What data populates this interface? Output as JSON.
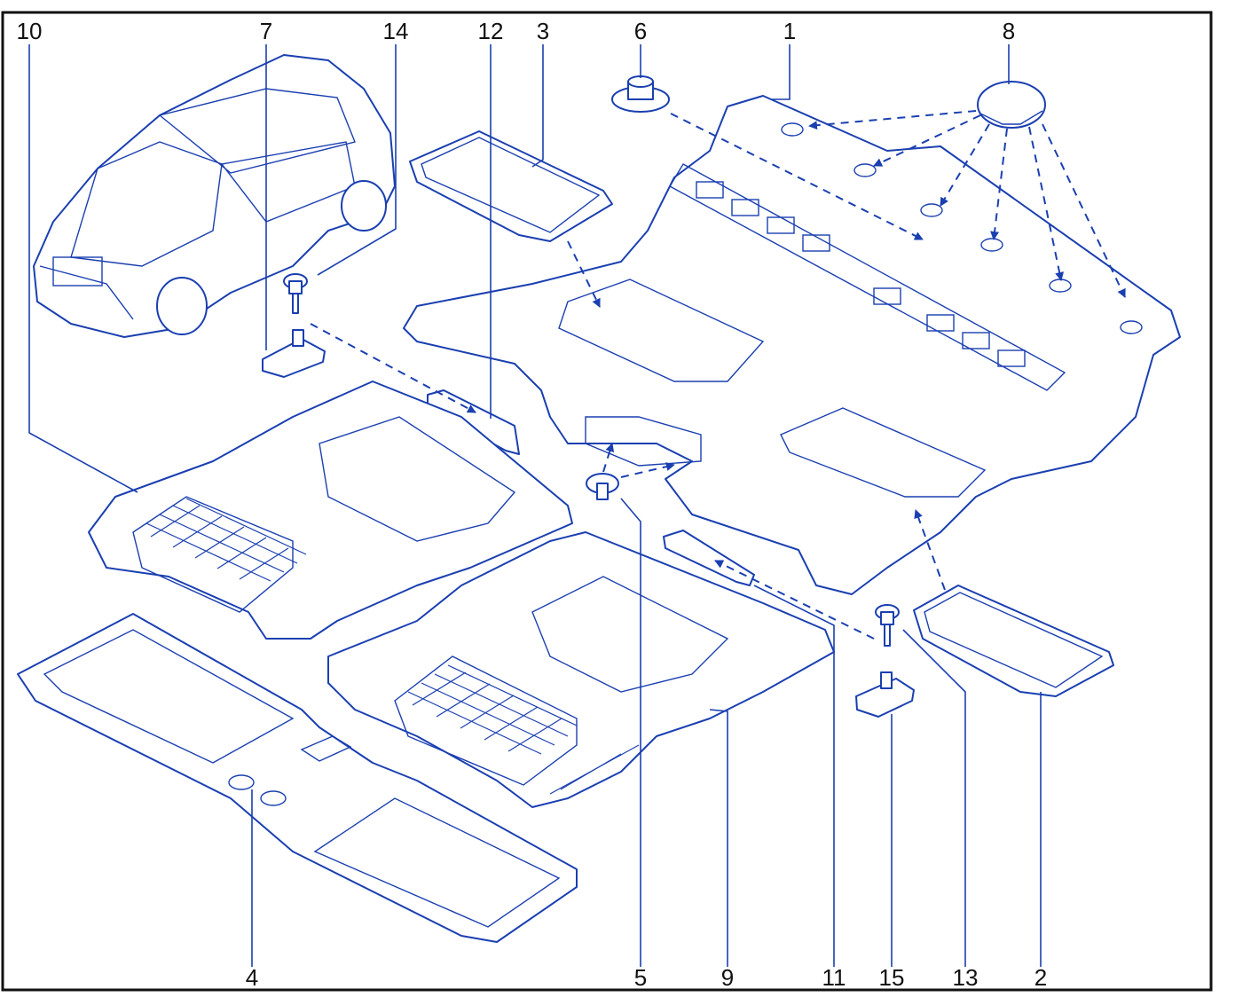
{
  "diagram": {
    "line_color": "#1a3fb0",
    "label_color": "#111111",
    "callouts": [
      {
        "id": "c10",
        "text": "10"
      },
      {
        "id": "c7",
        "text": "7"
      },
      {
        "id": "c14",
        "text": "14"
      },
      {
        "id": "c12",
        "text": "12"
      },
      {
        "id": "c3",
        "text": "3"
      },
      {
        "id": "c6",
        "text": "6"
      },
      {
        "id": "c1",
        "text": "1"
      },
      {
        "id": "c8",
        "text": "8"
      },
      {
        "id": "c4",
        "text": "4"
      },
      {
        "id": "c5",
        "text": "5"
      },
      {
        "id": "c9",
        "text": "9"
      },
      {
        "id": "c11",
        "text": "11"
      },
      {
        "id": "c15",
        "text": "15"
      },
      {
        "id": "c13",
        "text": "13"
      },
      {
        "id": "c2",
        "text": "2"
      }
    ]
  }
}
